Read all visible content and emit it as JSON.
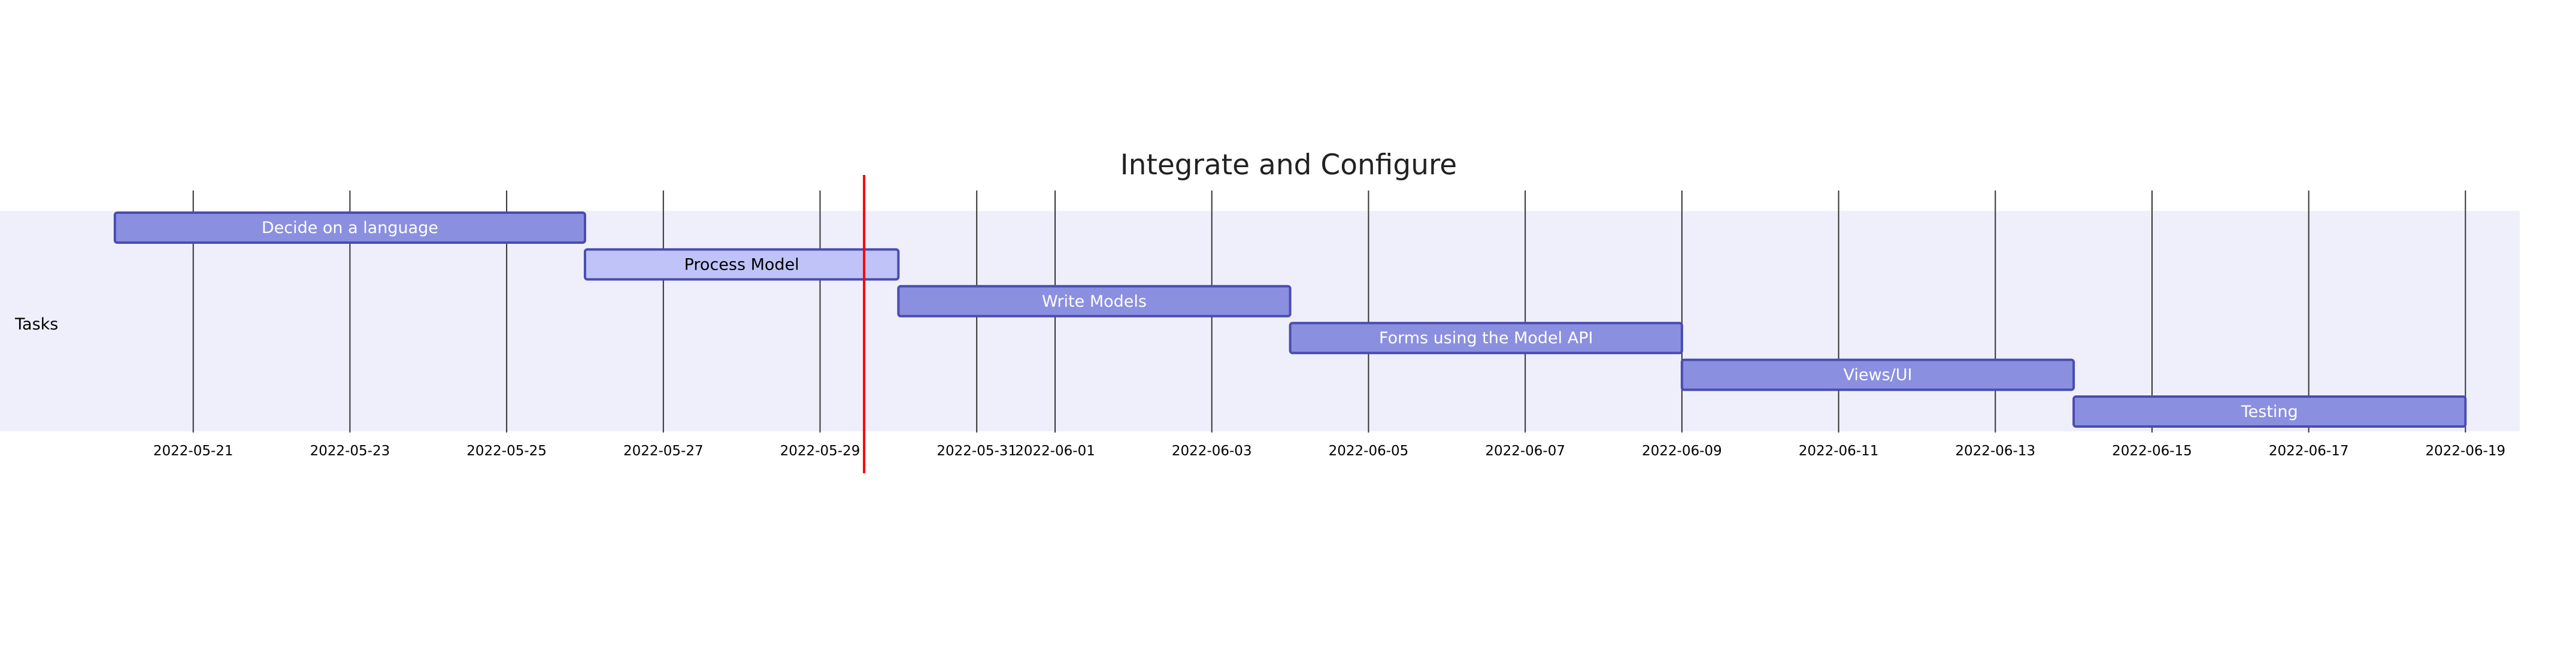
{
  "chart_data": {
    "type": "gantt",
    "title": "Integrate and Configure",
    "section": "Tasks",
    "date_format": "YYYY-MM-DD",
    "x_range": [
      "2022-05-19",
      "2022-06-19"
    ],
    "today_marker": "2022-05-29T13:30",
    "tasks": [
      {
        "name": "Decide on a language",
        "start": "2022-05-20",
        "end": "2022-05-26",
        "status": "done"
      },
      {
        "name": "Process Model",
        "start": "2022-05-26",
        "end": "2022-05-30",
        "status": "active"
      },
      {
        "name": "Write Models",
        "start": "2022-05-30",
        "end": "2022-06-04",
        "status": "done"
      },
      {
        "name": "Forms using the Model API",
        "start": "2022-06-04",
        "end": "2022-06-09",
        "status": "done"
      },
      {
        "name": "Views/UI",
        "start": "2022-06-09",
        "end": "2022-06-14",
        "status": "done"
      },
      {
        "name": "Testing",
        "start": "2022-06-14",
        "end": "2022-06-19",
        "status": "done"
      }
    ],
    "ticks": [
      "2022-05-21",
      "2022-05-23",
      "2022-05-25",
      "2022-05-27",
      "2022-05-29",
      "2022-05-31",
      "2022-06-01",
      "2022-06-03",
      "2022-06-05",
      "2022-06-07",
      "2022-06-09",
      "2022-06-11",
      "2022-06-13",
      "2022-06-15",
      "2022-06-17",
      "2022-06-19"
    ],
    "colors": {
      "section_band": "#efeffc",
      "done_fill": "#8a8fdf",
      "active_fill": "#bfc3f7",
      "bar_stroke": "#4a4cb0",
      "grid": "#333333",
      "today": "#ff0000",
      "done_text": "#ffffff",
      "active_text": "#000000"
    }
  }
}
